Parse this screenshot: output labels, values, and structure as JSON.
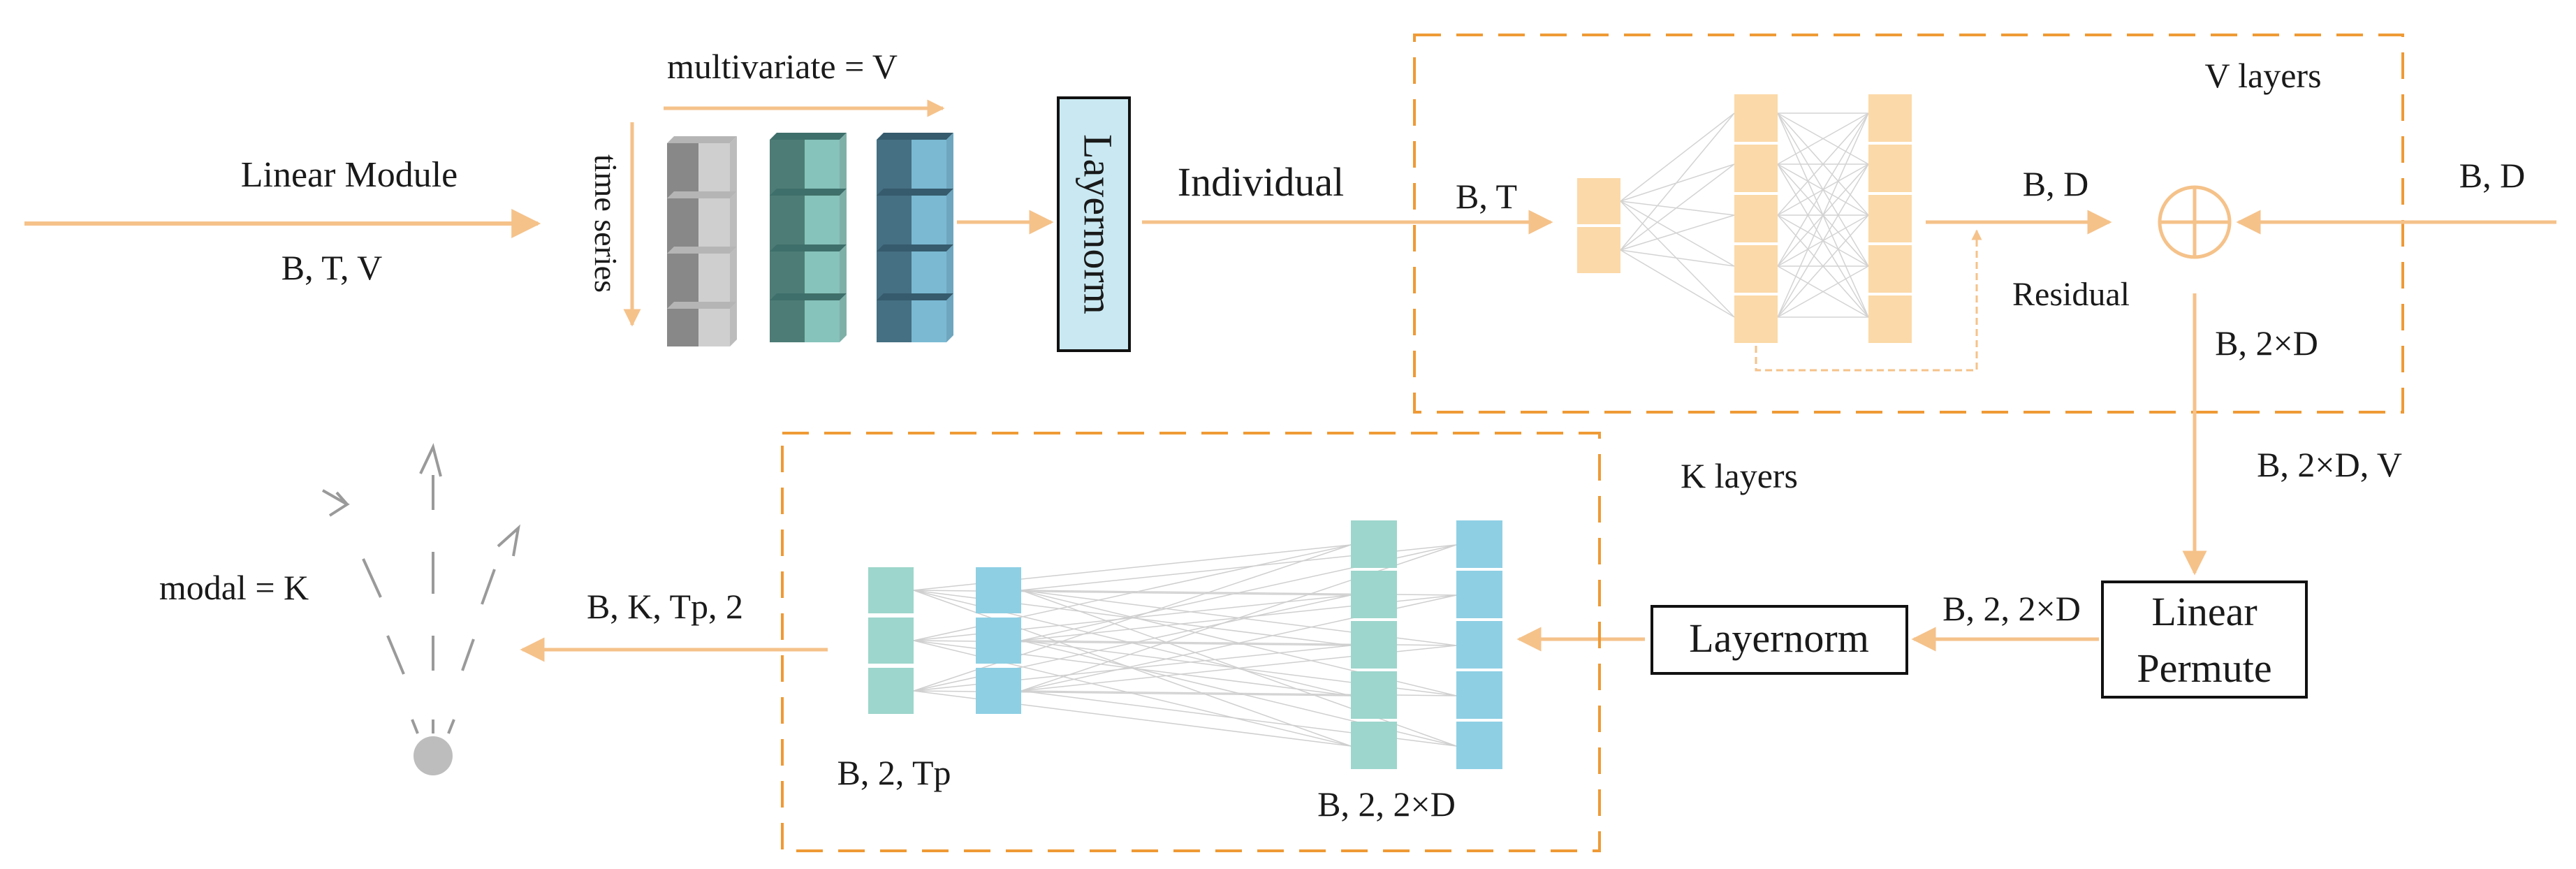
{
  "labels": {
    "linear_module": "Linear Module",
    "btv": "B, T, V",
    "multivariate": "multivariate = V",
    "time_series": "time series",
    "layernorm_vertical": "Layernorm",
    "individual": "Individual",
    "bt": "B, T",
    "bd_inner": "B, D",
    "bd_right": "B, D",
    "v_layers": "V layers",
    "residual": "Residual",
    "b2d": "B, 2×D",
    "b2dv": "B, 2×D, V",
    "linear_permute_line1": "Linear",
    "linear_permute_line2": "Permute",
    "b22d_right": "B, 2, 2×D",
    "layernorm_horizontal": "Layernorm",
    "k_layers": "K layers",
    "bktp2": "B, K, Tp, 2",
    "b2tp": "B, 2, Tp",
    "b22d_bottom": "B, 2, 2×D",
    "modal": "modal = K"
  },
  "colors": {
    "accent_orange": "#f5c28a",
    "dash_orange": "#ef9a35",
    "peach_block": "#fbd9a8",
    "layernorm_fill": "#c9e8f2",
    "teal_block": "#9dd6cc",
    "blue_block": "#8ecfe4",
    "gray_icon": "#9a9a9a"
  }
}
